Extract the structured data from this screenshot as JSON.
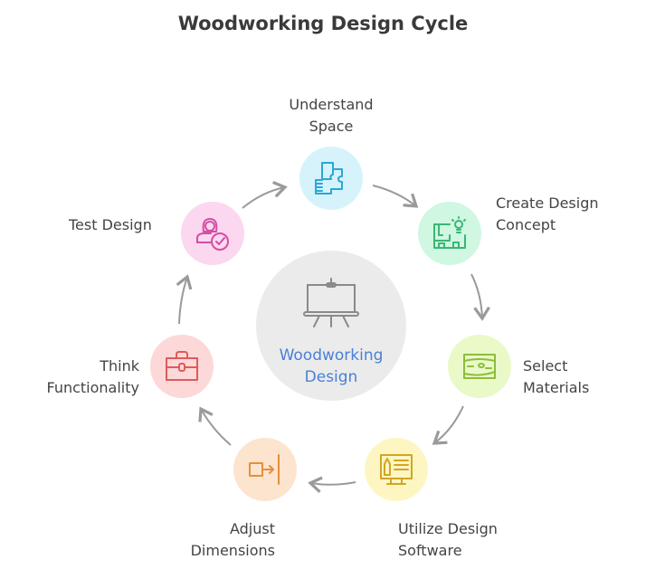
{
  "title": "Woodworking Design Cycle",
  "center": {
    "line1": "Woodworking",
    "line2": "Design",
    "icon": "easel-icon"
  },
  "steps": [
    {
      "line1": "Understand",
      "line2": "Space",
      "icon": "floor-plan-icon",
      "bg": "#d6f3fb",
      "fg": "#2aa8d5"
    },
    {
      "line1": "Create Design",
      "line2": "Concept",
      "icon": "blueprint-lightbulb-icon",
      "bg": "#cff7e1",
      "fg": "#3bb676"
    },
    {
      "line1": "Select",
      "line2": "Materials",
      "icon": "wood-plank-icon",
      "bg": "#e9f9c8",
      "fg": "#8ebd3a"
    },
    {
      "line1": "Utilize Design",
      "line2": "Software",
      "icon": "design-software-icon",
      "bg": "#fdf6c3",
      "fg": "#d3a523"
    },
    {
      "line1": "Adjust",
      "line2": "Dimensions",
      "icon": "resize-arrow-icon",
      "bg": "#fde4cf",
      "fg": "#e58f3a"
    },
    {
      "line1": "Think",
      "line2": "Functionality",
      "icon": "toolbox-icon",
      "bg": "#fdd8d8",
      "fg": "#df5a5a"
    },
    {
      "line1": "Test Design",
      "line2": "",
      "icon": "user-check-icon",
      "bg": "#fbd8ef",
      "fg": "#d34fa6"
    }
  ],
  "arrow_color": "#9a9a9a"
}
